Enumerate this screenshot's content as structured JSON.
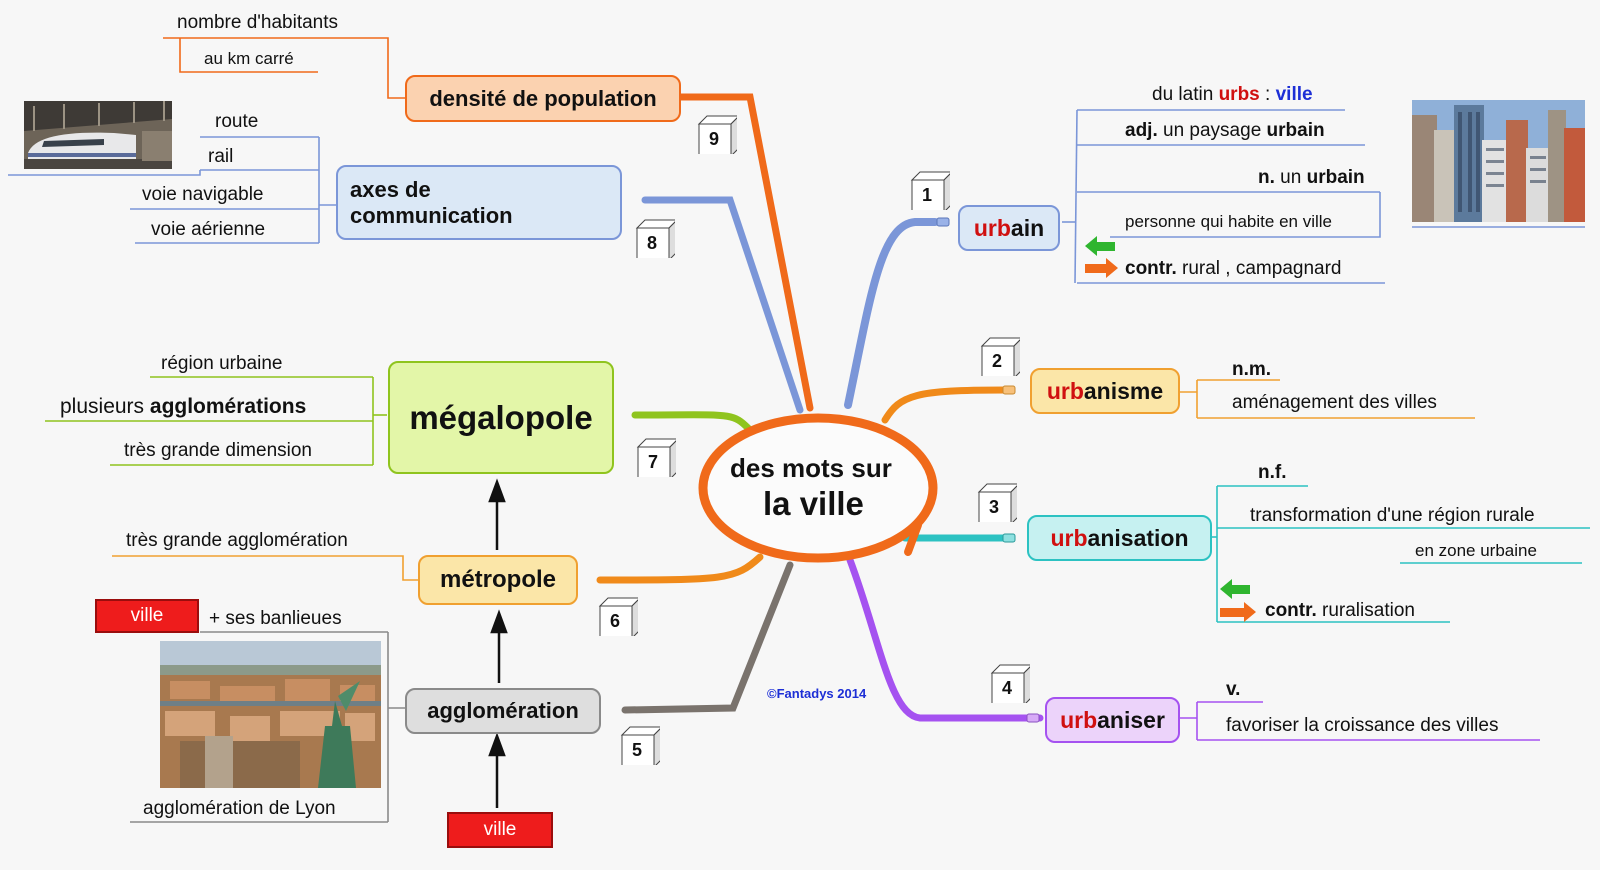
{
  "center": {
    "line1": "des mots sur",
    "line2": "la ville"
  },
  "credit": "©Fantadys 2014",
  "cube_numbers": [
    "1",
    "2",
    "3",
    "4",
    "5",
    "6",
    "7",
    "8",
    "9"
  ],
  "urbain": {
    "label_red": "urb",
    "label_rest": "ain",
    "latin_prefix": "du latin",
    "latin_word": "urbs",
    "latin_sep": ":",
    "latin_meaning": "ville",
    "adj_abbr": "adj.",
    "adj_text": "un paysage",
    "adj_word": "urbain",
    "noun_abbr": "n.",
    "noun_text": "un",
    "noun_word": "urbain",
    "noun_def": "personne qui habite en ville",
    "contr_abbr": "contr.",
    "contr_text": "rural , campagnard"
  },
  "urbanisme": {
    "label_red": "urb",
    "label_rest": "anisme",
    "gender": "n.m.",
    "def": "aménagement des villes"
  },
  "urbanisation": {
    "label_red": "urb",
    "label_rest": "anisation",
    "gender": "n.f.",
    "def1": "transformation d'une région rurale",
    "def2": "en zone urbaine",
    "contr_abbr": "contr.",
    "contr_text": "ruralisation"
  },
  "urbaniser": {
    "label_red": "urb",
    "label_rest": "aniser",
    "type": "v.",
    "def": "favoriser la croissance des villes"
  },
  "agglomeration": {
    "label": "agglomération",
    "box_ville": "ville",
    "banlieues": "+ ses banlieues",
    "caption": "agglomération de Lyon",
    "bottom_ville": "ville"
  },
  "metropole": {
    "label": "métropole",
    "def": "très grande agglomération"
  },
  "megalopole": {
    "label": "mégalopole",
    "item1": "région urbaine",
    "item2_prefix": "plusieurs",
    "item2_word": "agglomérations",
    "item3": "très grande dimension"
  },
  "axes": {
    "label_line1": "axes de",
    "label_line2": "communication",
    "items": [
      "route",
      "rail",
      "voie navigable",
      "voie aérienne"
    ]
  },
  "densite": {
    "label": "densité de population",
    "item1": "nombre d'habitants",
    "item2": "au km carré"
  }
}
